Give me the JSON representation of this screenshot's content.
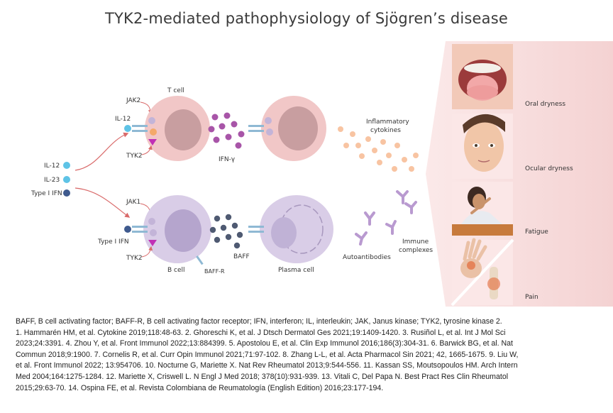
{
  "title": "TYK2-mediated pathophysiology of Sjögren’s disease",
  "inputs": {
    "il12": "IL-12",
    "il23": "IL-23",
    "type1ifn": "Type I IFN"
  },
  "tcell_row": {
    "il12_label": "IL-12",
    "jak2_label": "JAK2",
    "cell_label": "T cell",
    "tyk2_label": "TYK2",
    "ifn_label": "IFN-γ",
    "inflammatory_label_line1": "Inflammatory",
    "inflammatory_label_line2": "cytokines"
  },
  "bcell_row": {
    "type1ifn_label": "Type I IFN",
    "jak1_label": "JAK1",
    "tyk2_label": "TYK2",
    "cell_label": "B cell",
    "baffr_label": "BAFF-R",
    "baff_label": "BAFF",
    "plasma_label": "Plasma cell",
    "autoantibodies_label": "Autoantibodies",
    "immune_line1": "Immune",
    "immune_line2": "complexes"
  },
  "symptoms": [
    "Oral dryness",
    "Ocular dryness",
    "Fatigue",
    "Pain"
  ],
  "colors": {
    "il12": "#5ec3e6",
    "il23": "#5ec3e6",
    "type1ifn": "#3f5a8e",
    "tcell": "#f1c7c7",
    "bcell": "#d9cde7",
    "ifn_dots": "#a855a8",
    "cytokine_dots": "#f8c4a2",
    "baff_dots": "#4f5a72",
    "antibody": "#b99ad0",
    "panel_bg": "#f7dcdc",
    "arrow": "#d96a6a"
  },
  "footnote": {
    "lines": [
      "BAFF, B cell activating factor; BAFF-R, B cell activating factor receptor; IFN, interferon; IL, interleukin; JAK, Janus kinase; TYK2, tyrosine kinase 2.",
      "1. Hammarén HM, et al. Cytokine 2019;118:48-63. 2. Ghoreschi K, et al. J Dtsch Dermatol Ges 2021;19:1409-1420. 3. Rusiñol L, et al. Int J Mol Sci",
      "2023;24:3391. 4. Zhou Y, et al. Front Immunol 2022;13:884399. 5. Apostolou E, et al. Clin Exp Immunol 2016;186(3):304-31. 6. Barwick BG, et al. Nat",
      "Commun 2018;9:1900. 7. Cornelis R, et al. Curr Opin Immunol 2021;71:97-102. 8. Zhang L-L, et al. Acta Pharmacol Sin 2021; 42, 1665-1675. 9. Liu W,",
      "et al. Front Immunol 2022; 13:954706. 10. Nocturne G, Mariette X. Nat Rev Rheumatol 2013;9:544-556. 11. Kassan SS, Moutsopoulos HM. Arch Intern",
      "Med 2004;164:1275-1284. 12. Mariette X, Criswell L. N Engl J Med 2018; 378(10):931-939. 13. Vitali C, Del Papa N. Best Pract Res Clin Rheumatol",
      "2015;29:63-70. 14. Ospina FE, et al. Revista Colombiana de Reumatología (English Edition) 2016;23:177-194."
    ]
  }
}
